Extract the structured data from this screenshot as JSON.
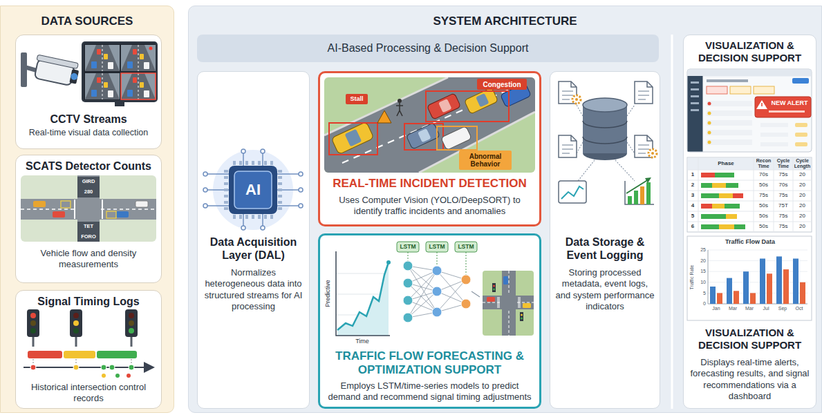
{
  "diagram": {
    "nodes": [
      {
        "text": [
          "DATA SOURCES"
        ]
      },
      {
        "text": [
          "CCTV Streams",
          "Real-time visual data collection"
        ],
        "in": 0
      },
      {
        "text": [
          "SCATS Detector Counts",
          "Vehicle flow and density measurements"
        ],
        "in": 0
      },
      {
        "text": [
          "Signal Timing Logs",
          "Historical intersection control records"
        ],
        "in": 0
      },
      {
        "text": [
          "SYSTEM ARCHITECTURE"
        ]
      },
      {
        "text": [
          "AI-Based Processing & Decision Support"
        ],
        "in": 4
      },
      {
        "text": [
          "Data Acquisition Layer (DAL)",
          "Normalizes heterogeneous data into structured streams for AI processing"
        ],
        "in": 4
      },
      {
        "text": [
          "REAL-TIME INCIDENT DETECTION",
          "Uses Computer Vision (YOLO/DeepSORT) to identify traffic incidents and anomalies"
        ],
        "in": 4
      },
      {
        "text": [
          "TRAFFIC FLOW FORECASTING & OPTIMIZATION SUPPORT",
          "Employs LSTM/time-series models to predict demand and recommend signal timing adjustments"
        ],
        "in": 4
      },
      {
        "text": [
          "Data Storage & Event Logging",
          "Storing processed metadata, event logs, and system performance indicators"
        ],
        "in": 4
      },
      {
        "text": [
          "VISUALIZATION & DECISION SUPPORT",
          "VISUALIZATION & DECISION SUPPORT",
          "Displays real-time alerts, forecasting results, and signal recommendations via a dashboard"
        ],
        "in": 4
      }
    ],
    "labels": [
      "AI",
      "Stall",
      "Congestion",
      "Abnormal Behavior",
      "Predictive",
      "Time",
      "LSTM",
      "LSTM",
      "LSTM",
      "GIRD",
      "280",
      "TET",
      "FORO",
      "NEW ALERT",
      "Phase",
      "Recon Time",
      "Cycle Time",
      "Cycle Length",
      "1",
      "70s",
      "75s",
      "20",
      "2",
      "50s",
      "70s",
      "20",
      "3",
      "75s",
      "75s",
      "20",
      "4",
      "50s",
      "75T",
      "20",
      "5",
      "50s",
      "75s",
      "20",
      "6",
      "50s",
      "75s",
      "20",
      "Traffic Flow Data",
      "25",
      "20",
      "15",
      "10",
      "5",
      "0",
      "Jan",
      "Mar",
      "Mar",
      "Jul",
      "Sep",
      "Oct",
      "Traffic Rate"
    ]
  }
}
